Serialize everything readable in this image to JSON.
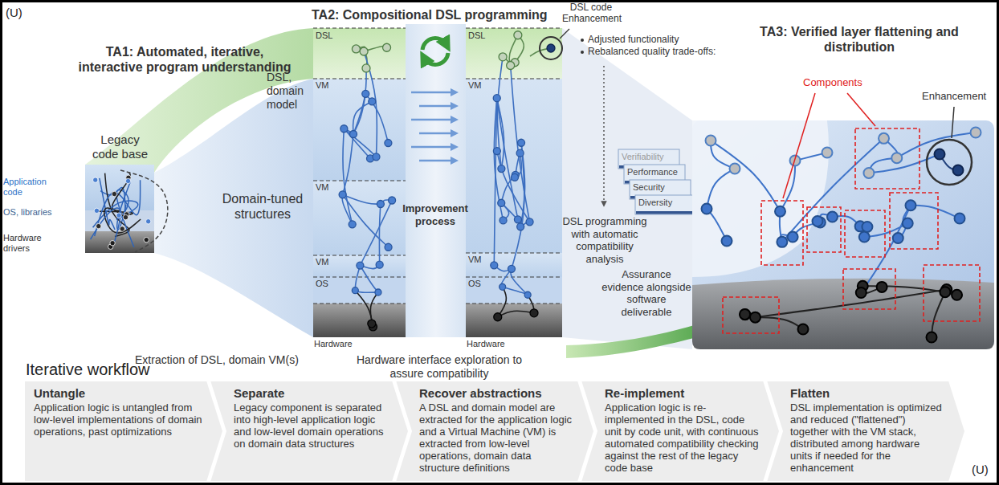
{
  "diagram": {
    "nodes": [
      {
        "text": [
          "Untangle",
          "Application logic is untangled from low-level implementations of domain operations, past optimizations"
        ]
      },
      {
        "text": [
          "Separate",
          "Legacy component is separated into high-level application logic and low-level domain operations on domain data structures"
        ]
      },
      {
        "text": [
          "Recover abstractions",
          "A DSL and domain model are extracted for the application logic and a Virtual Machine (VM) is extracted from low-level operations, domain data structure definitions"
        ]
      },
      {
        "text": [
          "Re-implement",
          "Application logic is re-implemented in the DSL, code unit by code unit, with continuous automated compatibility checking against the rest of the legacy code base"
        ]
      },
      {
        "text": [
          "Flatten",
          "DSL implementation is optimized and reduced (\"flattened\") together with the VM stack, distributed among hardware units if needed for the enhancement"
        ]
      }
    ],
    "labels": [
      "(U)",
      "TA1: Automated, iterative, interactive program understanding",
      "TA2: Compositional DSL programming",
      "DSL code Enhancement",
      "Adjusted functionality",
      "Rebalanced quality trade-offs:",
      "Verifiability",
      "Performance",
      "Security",
      "Diversity",
      "TA3: Verified layer flattening and distribution",
      "Components",
      "Enhancement",
      "Legacy code base",
      "Application code",
      "OS, libraries",
      "Hardware drivers",
      "DSL, domain model",
      "Domain-tuned structures",
      "DSL",
      "VM",
      "VM",
      "VM",
      "OS",
      "Hardware",
      "Improvement process",
      "DSL",
      "VM",
      "VM",
      "OS",
      "Hardware",
      "DSL programming with automatic compatibility analysis",
      "Assurance evidence alongside software deliverable",
      "Extraction of DSL, domain VM(s)",
      "Hardware interface exploration to assure compatibility",
      "Iterative workflow",
      "(U)"
    ]
  }
}
